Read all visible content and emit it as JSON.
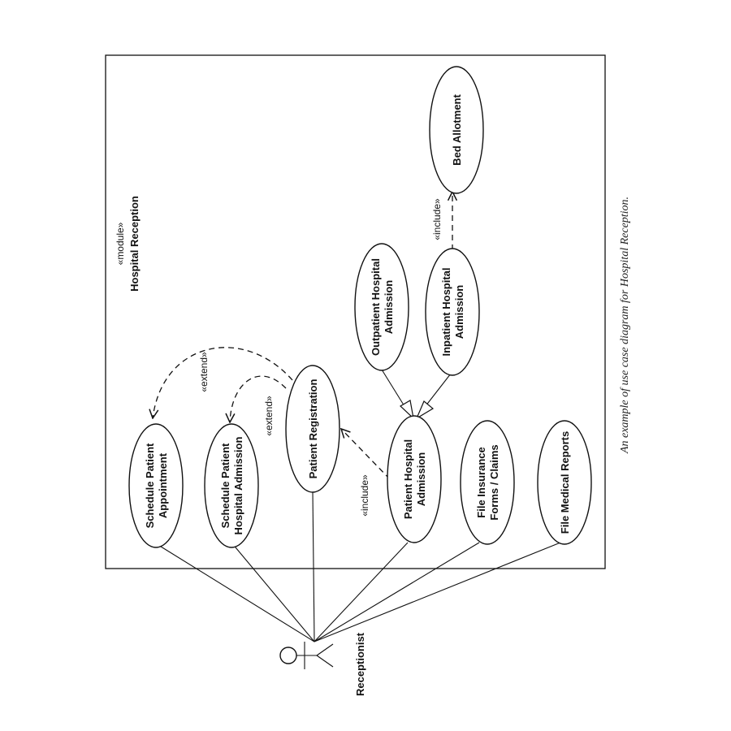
{
  "module": {
    "stereotype": "«module»",
    "name": "Hospital Reception"
  },
  "actor": {
    "name": "Receptionist"
  },
  "use_cases": {
    "schedule_appointment": [
      "Schedule Patient",
      "Appointment"
    ],
    "schedule_admission": [
      "Schedule Patient",
      "Hospital Admission"
    ],
    "patient_registration": [
      "Patient Registration"
    ],
    "patient_admission": [
      "Patient Hospital",
      "Admission"
    ],
    "file_insurance": [
      "File Insurance",
      "Forms / Claims"
    ],
    "file_medical_reports": [
      "File Medical Reports"
    ],
    "outpatient_admission": [
      "Outpatient Hospital",
      "Admission"
    ],
    "inpatient_admission": [
      "Inpatient Hospital",
      "Admission"
    ],
    "bed_allotment": [
      "Bed Allotment"
    ]
  },
  "relations": {
    "extend_1": "«extend»",
    "extend_2": "«extend»",
    "include_registration": "«include»",
    "include_bed": "«include»"
  },
  "caption": "An example of use case diagram for Hospital Reception."
}
